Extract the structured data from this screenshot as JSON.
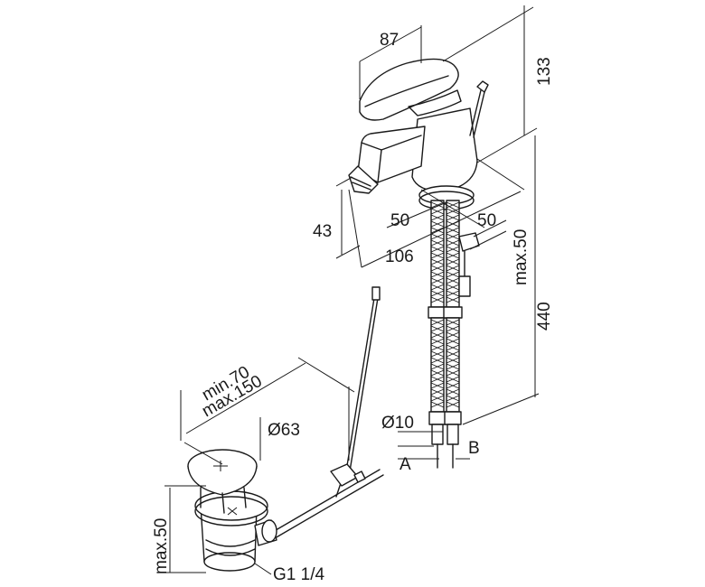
{
  "dimensions": {
    "d87": "87",
    "d133": "133",
    "d43": "43",
    "d50_left": "50",
    "d50_right": "50",
    "d106": "106",
    "max50_top": "max.50",
    "d440": "440",
    "min70": "min.70",
    "max150": "max.150",
    "dia63": "Ø63",
    "dia10": "Ø10",
    "label_a": "A",
    "label_b": "B",
    "max50_bottom": "max.50",
    "g114": "G1 1/4"
  }
}
